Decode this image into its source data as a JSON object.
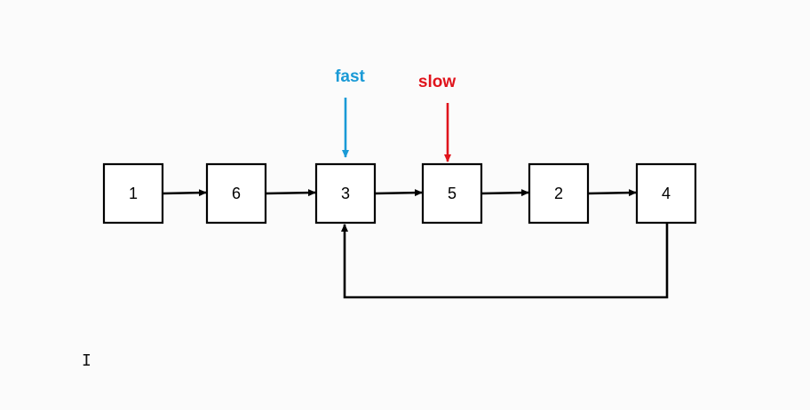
{
  "diagram": {
    "nodes": [
      {
        "id": "n1",
        "label": "1"
      },
      {
        "id": "n6",
        "label": "6"
      },
      {
        "id": "n3",
        "label": "3"
      },
      {
        "id": "n5",
        "label": "5"
      },
      {
        "id": "n2",
        "label": "2"
      },
      {
        "id": "n4",
        "label": "4"
      }
    ],
    "edges": [
      {
        "from": "n1",
        "to": "n6"
      },
      {
        "from": "n6",
        "to": "n3"
      },
      {
        "from": "n3",
        "to": "n5"
      },
      {
        "from": "n5",
        "to": "n2"
      },
      {
        "from": "n2",
        "to": "n4"
      },
      {
        "from": "n4",
        "to": "n3",
        "kind": "cycle-back"
      }
    ],
    "pointers": [
      {
        "label": "fast",
        "target": "n3",
        "color": "#1a9ad6"
      },
      {
        "label": "slow",
        "target": "n5",
        "color": "#e0141c"
      }
    ]
  },
  "cursor": {
    "icon": "text-cursor-icon",
    "glyph": "I"
  }
}
